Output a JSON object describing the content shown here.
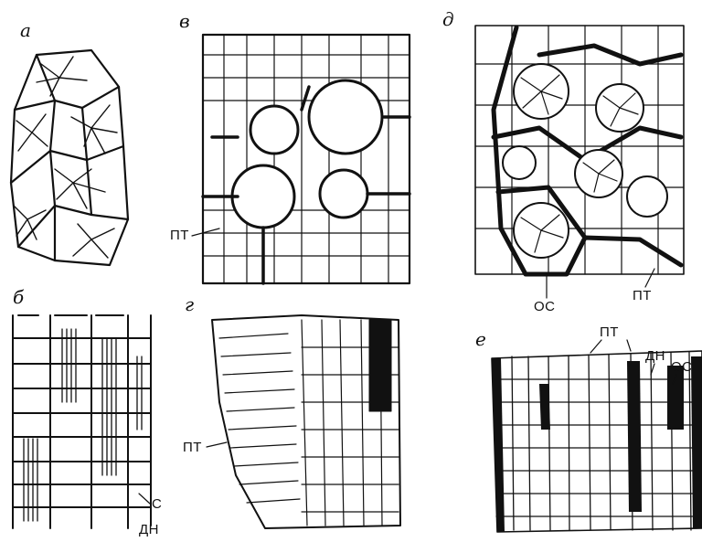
{
  "panels": {
    "a": {
      "letter": "а"
    },
    "b": {
      "letter": "б"
    },
    "v": {
      "letter": "в",
      "label_pt": "ПТ"
    },
    "g": {
      "letter": "г",
      "label_pt": "ПТ"
    },
    "d": {
      "letter": "д",
      "label_os": "ОС",
      "label_pt": "ПТ"
    },
    "e": {
      "letter": "е",
      "label_pt": "ПТ",
      "label_dn": "ДН",
      "label_os": "ОС"
    },
    "b_labels": {
      "c": "С",
      "dn": "ДН"
    }
  }
}
